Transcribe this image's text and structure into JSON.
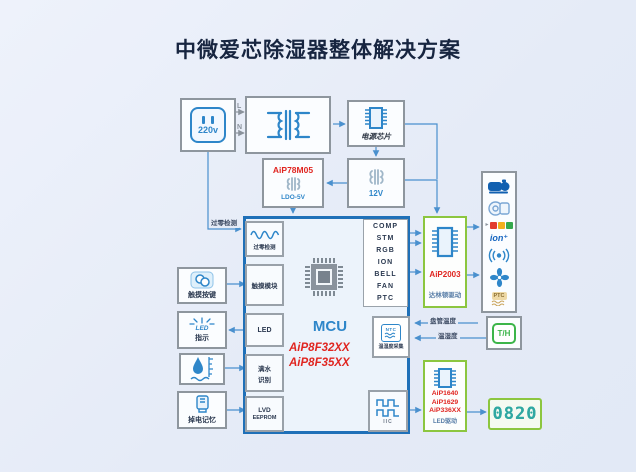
{
  "title": "中微爱芯除湿器整体解决方案",
  "colors": {
    "brand_red": "#e02520",
    "accent_blue": "#2e86c9",
    "wire_blue": "#4a90ce",
    "green_border": "#8cc63f",
    "display_teal": "#2fa8a2",
    "rgb_led": [
      "#e23b2e",
      "#f2b01e",
      "#35a84c"
    ]
  },
  "power": {
    "socket_label": "220v",
    "line_l": "L",
    "line_n": "N",
    "power_chip_label": "电源芯片",
    "transformer_12v_label": "12V",
    "ldo_name": "AiP78M05",
    "ldo_type": "LDO-5V"
  },
  "mcu": {
    "label": "MCU",
    "parts": [
      "AiP8F32XX",
      "AiP8F35XX"
    ],
    "zero_cross_label": "过零检测",
    "touch_module_label": "触摸模块",
    "led_label": "LED",
    "water_full_line1": "满水",
    "water_full_line2": "识别",
    "lvd_label": "LVD",
    "eeprom_label": "EEPROM",
    "iic_label": "IIC",
    "ntc_icon": "NTC",
    "ntc_label": "温湿度采集",
    "outputs": [
      "COMP",
      "STM",
      "RGB",
      "ION",
      "BELL",
      "FAN",
      "PTC"
    ]
  },
  "darlington": {
    "name": "AiP2003",
    "label": "达林顿驱动"
  },
  "loads": {
    "ion_label": "ion⁺",
    "ptc_label": "PTC"
  },
  "sensors": {
    "th_label": "T/H",
    "coil_temp_wire": "盘管温度",
    "temp_hum_wire": "温湿度"
  },
  "led_driver": {
    "parts": [
      "AiP1640",
      "AiP1629",
      "AiP336XX"
    ],
    "label": "LED驱动"
  },
  "display": {
    "value": "0820"
  },
  "inputs": {
    "touch_key_label": "触摸按键",
    "led_icon": "LED",
    "led_label": "指示",
    "memory_label": "掉电记忆"
  },
  "wire_labels": {
    "zero_cross": "过零检测"
  }
}
